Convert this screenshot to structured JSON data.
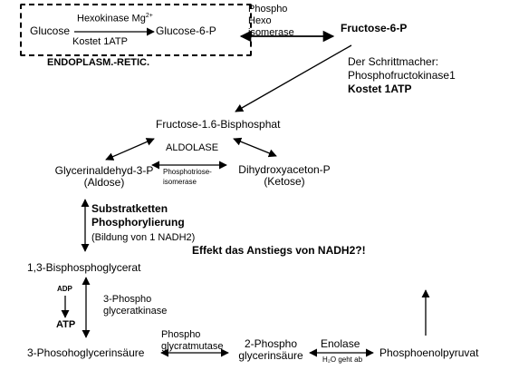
{
  "er_box": {
    "label": "ENDOPLASM.-RETIC.",
    "glucose": "Glucose",
    "hexokinase": "Hexokinase",
    "mg": "Mg",
    "mg_sup": "2+",
    "kostet_atp": "Kostet 1ATP",
    "glucose_6p": "Glucose-6-P"
  },
  "phosphohexo": [
    "Phospho",
    "Hexo",
    "isomerase"
  ],
  "fructose_6p": "Fructose-6-P",
  "schrittmacher": {
    "line1": "Der Schrittmacher:",
    "line2": "Phosphofructokinase1",
    "line3": "Kostet 1ATP"
  },
  "fructose_16bp": "Fructose-1.6-Bisphosphat",
  "aldolase": "ALDOLASE",
  "g3p": {
    "name": "Glycerinaldehyd-3-P",
    "sub": "(Aldose)"
  },
  "dhap": {
    "name": "Dihydroxyaceton-P",
    "sub": "(Ketose)"
  },
  "triose_isomerase": [
    "Phosphotriose-",
    "isomerase"
  ],
  "substrat": {
    "line1": "Substratketten",
    "line2": "Phosphorylierung",
    "line3": "(Bildung von 1 NADH2)"
  },
  "effekt": "Effekt das Anstiegs von NADH2?!",
  "bpg13": "1,3-Bisphosphoglycerat",
  "adp": "ADP",
  "atp": "ATP",
  "pgk": [
    "3-Phospho",
    "glyceratkinase"
  ],
  "pg3": "3-Phosohoglycerinsäure",
  "pgm": [
    "Phospho",
    "glycratmutase"
  ],
  "pg2": [
    "2-Phospho",
    "glycerinsäure"
  ],
  "enolase": "Enolase",
  "h2o": "H₂O geht ab",
  "pep": "Phosphoenolpyruvat"
}
